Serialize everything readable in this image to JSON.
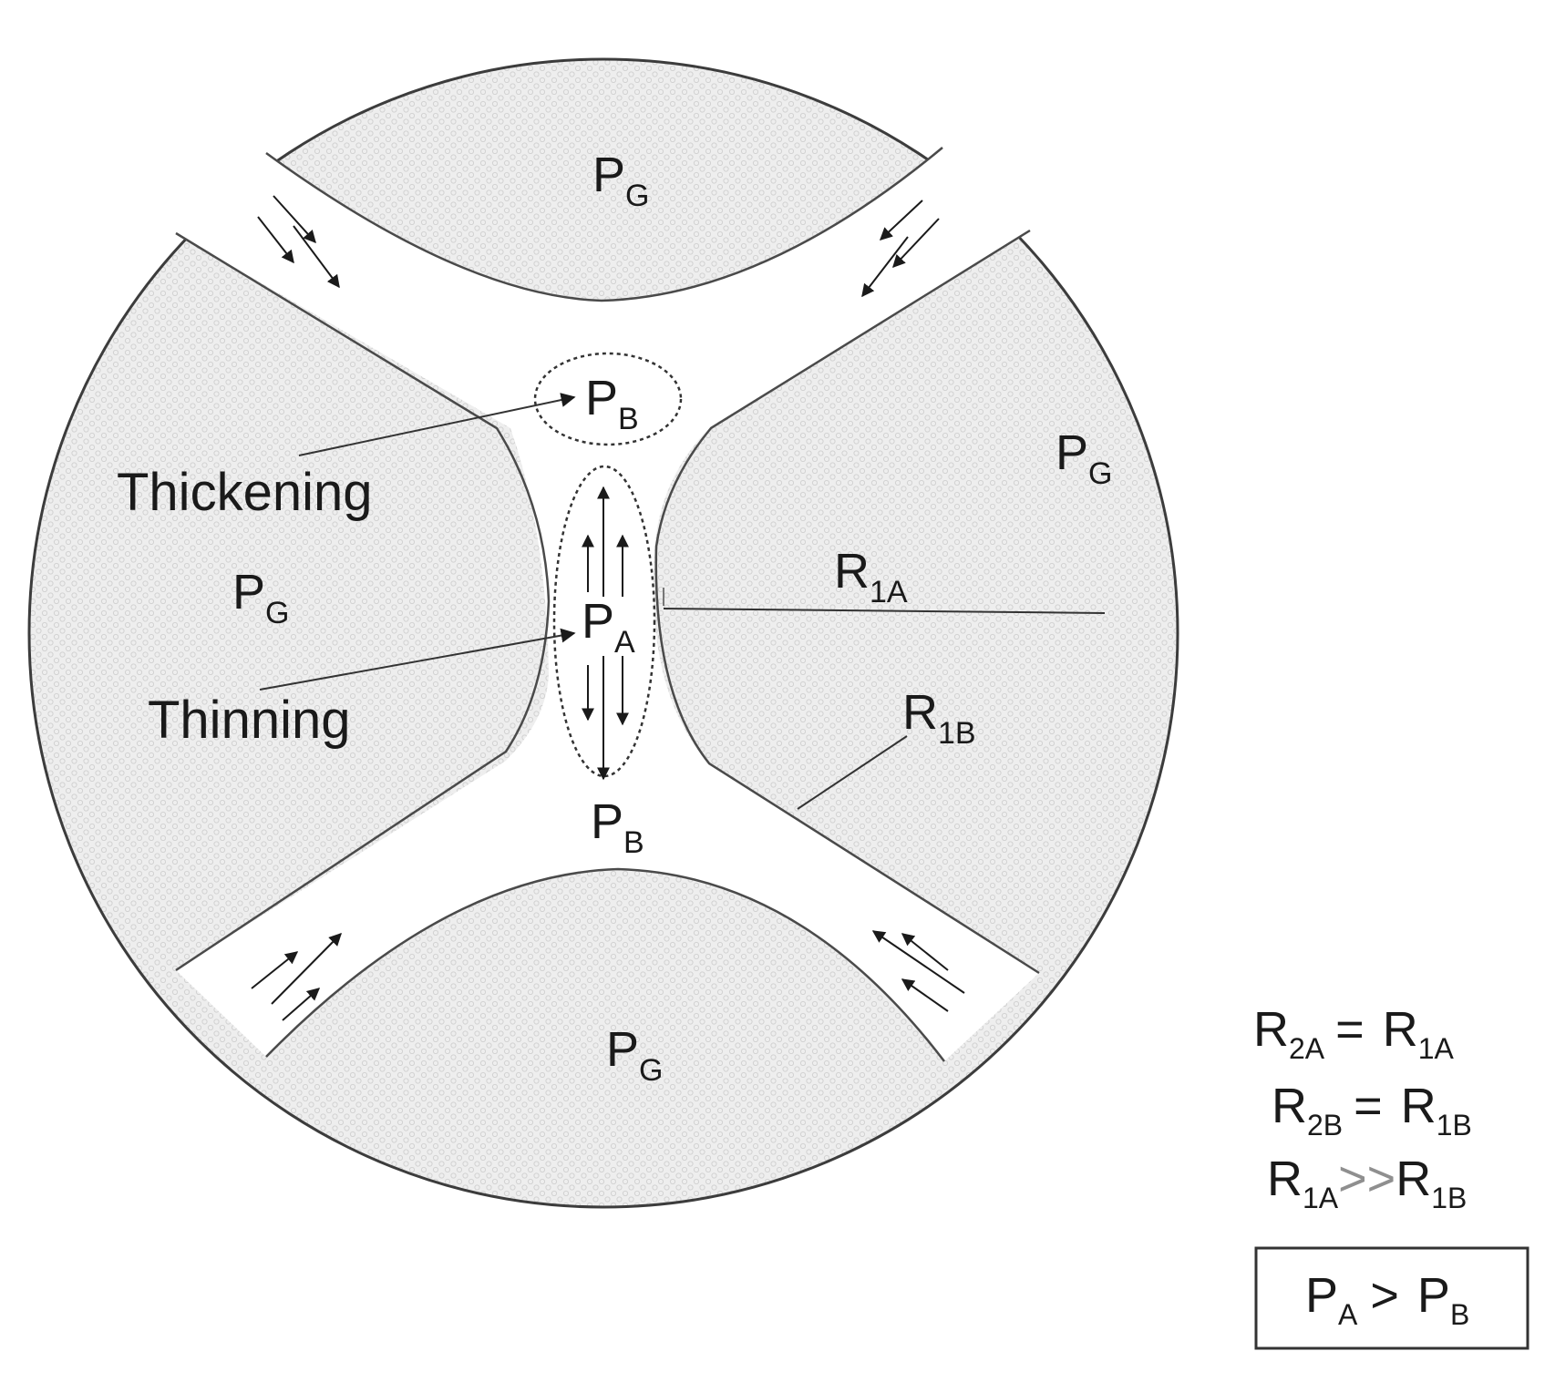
{
  "labels": {
    "pg_top": {
      "main": "P",
      "sub": "G"
    },
    "pg_right": {
      "main": "P",
      "sub": "G"
    },
    "pg_left": {
      "main": "P",
      "sub": "G"
    },
    "pg_bottom": {
      "main": "P",
      "sub": "G"
    },
    "pb_top": {
      "main": "P",
      "sub": "B"
    },
    "pb_bottom": {
      "main": "P",
      "sub": "B"
    },
    "pa": {
      "main": "P",
      "sub": "A"
    },
    "r1a": {
      "main": "R",
      "sub": "1A"
    },
    "r1b": {
      "main": "R",
      "sub": "1B"
    },
    "thickening": "Thickening",
    "thinning": "Thinning"
  },
  "legend": {
    "eq1": {
      "l": "R",
      "ls": "2A",
      "op": "=",
      "r": "R",
      "rs": "1A"
    },
    "eq2": {
      "l": "R",
      "ls": "2B",
      "op": "=",
      "r": "R",
      "rs": "1B"
    },
    "eq3": {
      "l": "R",
      "ls": "1A",
      "op": ">>",
      "r": "R",
      "rs": "1B"
    },
    "boxed": {
      "l": "P",
      "ls": "A",
      "op": ">",
      "r": "P",
      "rs": "B"
    }
  },
  "colors": {
    "foam": "#eeeeee",
    "dot": "#d6d6d6",
    "line": "#4a4a4a"
  }
}
